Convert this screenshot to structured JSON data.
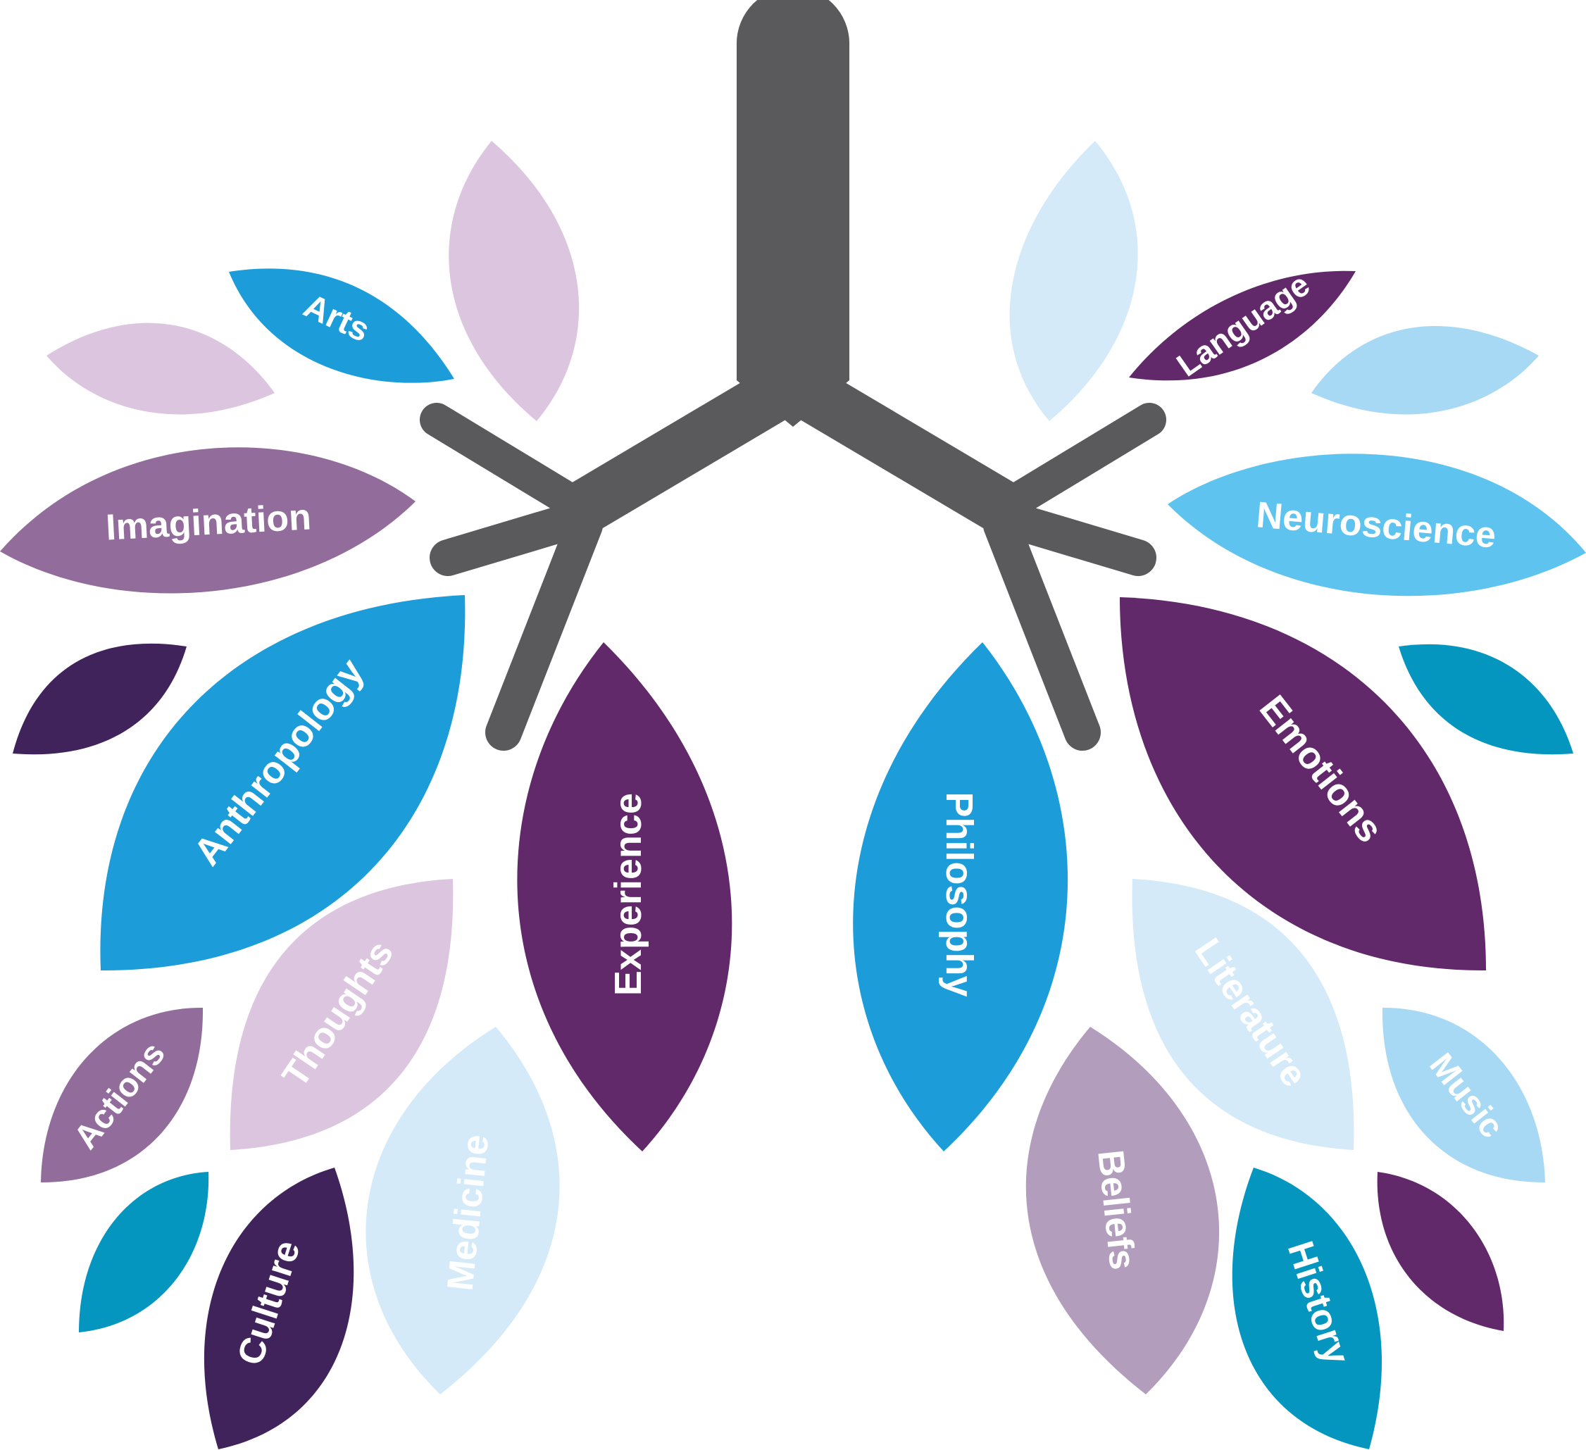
{
  "colors": {
    "trunk": "#5a595b",
    "text": "#ffffff",
    "text_pale": "#f4f9fd",
    "blue": "#1c9dd9",
    "purple": "#61286a",
    "dark_purple": "#41235c",
    "mauve": "#926d9c",
    "lilac": "#dcc6df",
    "pale_blue": "#d4eaf9",
    "sky_blue": "#5fc3ef",
    "light_sky": "#a7d9f5",
    "teal": "#0496bf",
    "gray_purple": "#b29dbc"
  },
  "leaves": [
    {
      "name": "arts",
      "label": "Arts"
    },
    {
      "name": "language",
      "label": "Language"
    },
    {
      "name": "imagination",
      "label": "Imagination"
    },
    {
      "name": "neuroscience",
      "label": "Neuroscience"
    },
    {
      "name": "anthropology",
      "label": "Anthropology"
    },
    {
      "name": "emotions",
      "label": "Emotions"
    },
    {
      "name": "experience",
      "label": "Experience"
    },
    {
      "name": "philosophy",
      "label": "Philosophy"
    },
    {
      "name": "thoughts",
      "label": "Thoughts"
    },
    {
      "name": "literature",
      "label": "Literature"
    },
    {
      "name": "actions",
      "label": "Actions"
    },
    {
      "name": "music",
      "label": "Music"
    },
    {
      "name": "medicine",
      "label": "Medicine"
    },
    {
      "name": "beliefs",
      "label": "Beliefs"
    },
    {
      "name": "culture",
      "label": "Culture"
    },
    {
      "name": "history",
      "label": "History"
    }
  ]
}
